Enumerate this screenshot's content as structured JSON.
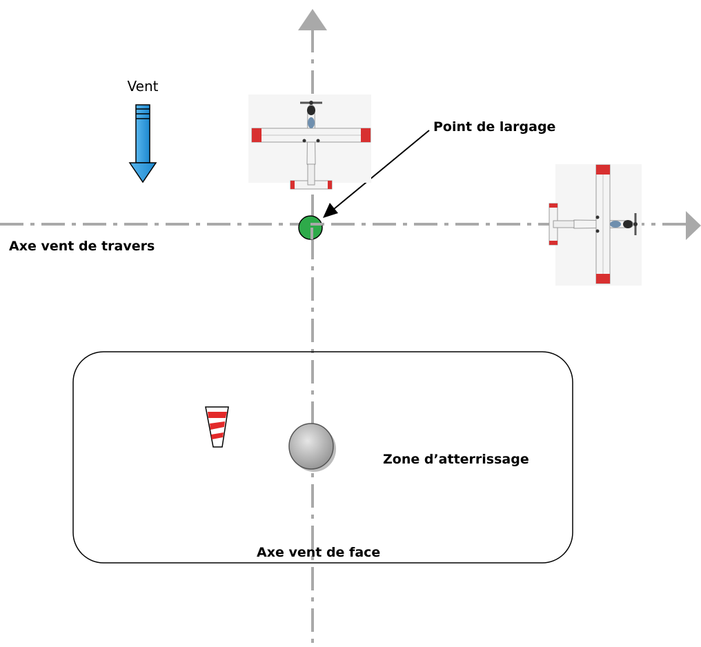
{
  "labels": {
    "wind": "Vent",
    "release_point": "Point de largage",
    "crosswind_axis": "Axe vent de travers",
    "landing_zone": "Zone d’atterrissage",
    "headwind_axis": "Axe vent de face"
  },
  "colors": {
    "axis": "#a9a9a9",
    "wind_arrow": "#2f9fe0",
    "release_point": "#2eaa4a",
    "target_disc": "#9a9a9a",
    "windsock_stripe": "#e32a2a",
    "aircraft_wingtip": "#d83030",
    "aircraft_body": "#f2f2f2"
  },
  "icons": {
    "wind": "wind-arrow-icon",
    "aircraft_headwind": "airplane-icon",
    "aircraft_crosswind": "airplane-icon",
    "windsock": "windsock-icon",
    "target": "target-disc-icon",
    "release_point": "release-point-marker"
  }
}
